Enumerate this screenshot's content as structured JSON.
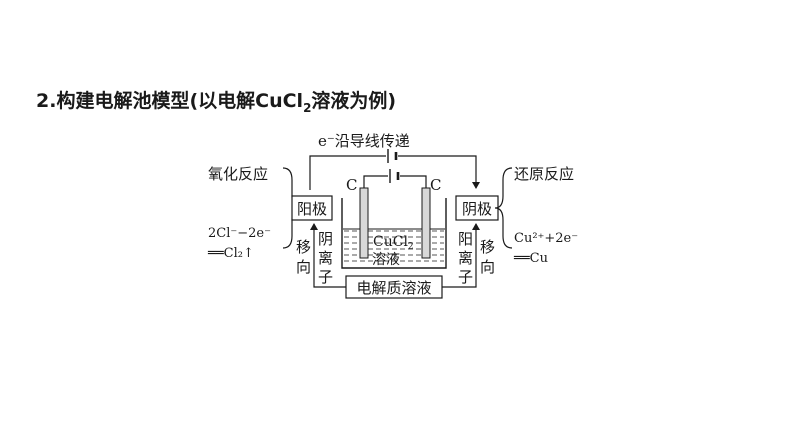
{
  "heading": {
    "prefix": "2.构建电解池模型(以电解CuCl",
    "subscript": "2",
    "suffix": "溶液为例)"
  },
  "diagram": {
    "wire_label": "e⁻沿导线传递",
    "oxidation_label": "氧化反应",
    "reduction_label": "还原反应",
    "anode_label": "阳极",
    "cathode_label": "阴极",
    "electrode_left": "C",
    "electrode_right": "C",
    "solution_formula": "CuCl",
    "solution_subscript": "2",
    "solution_word": "溶液",
    "electrolyte_label": "电解质溶液",
    "left_move": [
      "移",
      "向"
    ],
    "left_ion": [
      "阴",
      "离",
      "子"
    ],
    "right_ion": [
      "阳",
      "离",
      "子"
    ],
    "right_move": [
      "移",
      "向"
    ],
    "anode_reaction_line1": "2Cl⁻−2e⁻",
    "anode_reaction_line2": "══Cl₂↑",
    "cathode_reaction_line1": "Cu²⁺+2e⁻",
    "cathode_reaction_line2": "══Cu"
  }
}
